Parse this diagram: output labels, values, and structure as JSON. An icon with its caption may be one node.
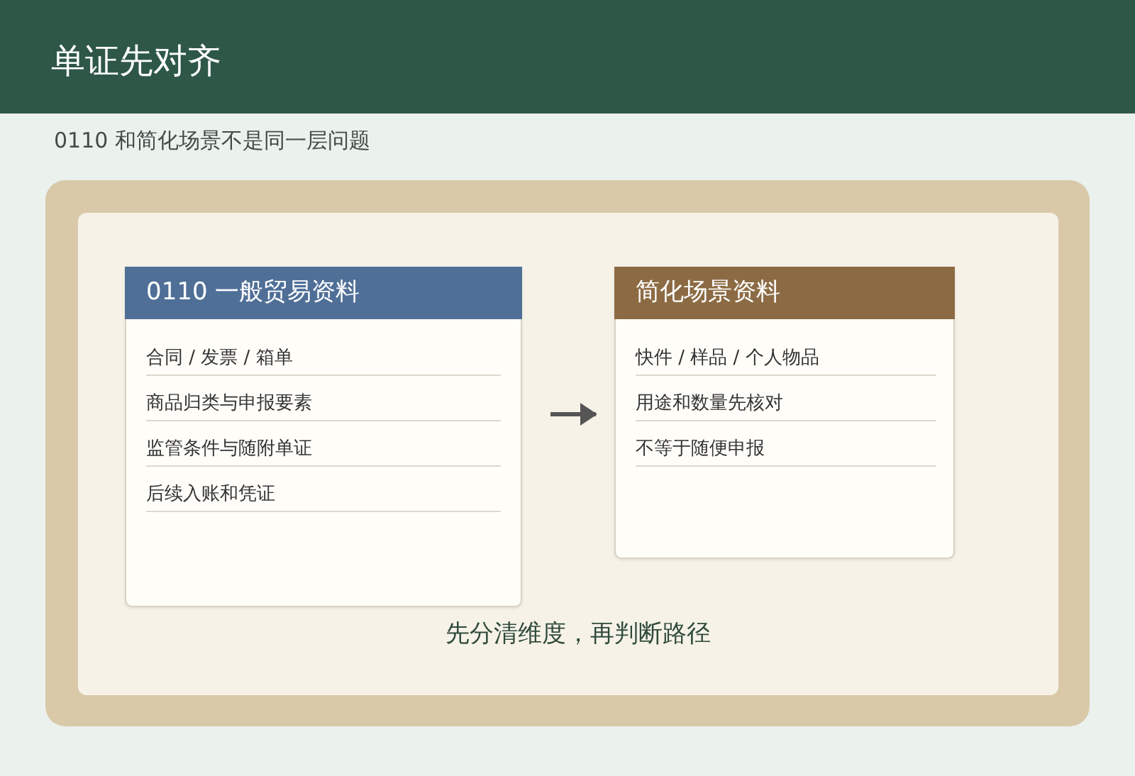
{
  "diagram": {
    "title": "单证先对齐",
    "nodes": [
      {
        "text": [
          "先分清维度，再判断路径"
        ]
      },
      {
        "text": [
          "0110 一般贸易资料",
          "合同 / 发票 / 箱单",
          "商品归类与申报要素",
          "监管条件与随附单证",
          "后续入账和凭证"
        ],
        "in": 0
      },
      {
        "text": [
          "简化场景资料",
          "快件 / 样品 / 个人物品",
          "用途和数量先核对",
          "不等于随便申报"
        ],
        "in": 0
      }
    ],
    "edges": [
      {
        "from": 1,
        "to": 2,
        "arrow": "to"
      }
    ],
    "labels": [
      "0110 和简化场景不是同一层问题"
    ]
  }
}
